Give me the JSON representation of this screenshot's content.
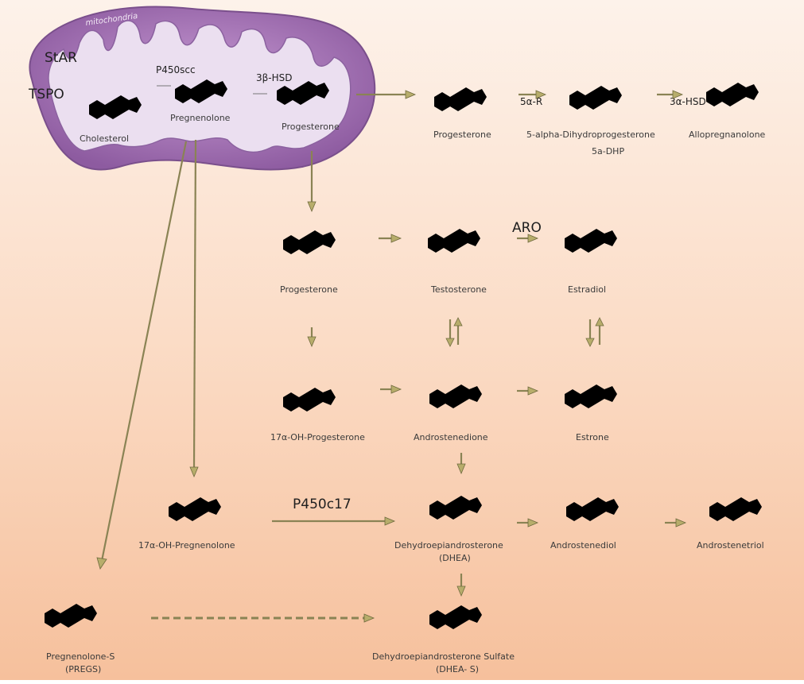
{
  "mitochondria": {
    "label": "mitochondria"
  },
  "enzymes": {
    "star": "StAR",
    "tspo": "TSPO",
    "p450scc": "P450scc",
    "hsd3b": "3β-HSD",
    "five_ar": "5α-R",
    "hsd3a": "3α-HSD",
    "aro": "ARO",
    "p450c17": "P450c17"
  },
  "molecules": {
    "cholesterol": "Cholesterol",
    "pregnenolone_mito": "Pregnenolone",
    "progesterone_mito": "Progesterone",
    "progesterone_1": "Progesterone",
    "dihydroprogesterone": "5-alpha-Dihydroprogesterone",
    "dihydroprogesterone_abbr": "5a-DHP",
    "allopregnanolone": "Allopregnanolone",
    "progesterone_2": "Progesterone",
    "testosterone": "Testosterone",
    "estradiol": "Estradiol",
    "oh_progesterone": "17α-OH-Progesterone",
    "androstenedione": "Androstenedione",
    "estrone": "Estrone",
    "oh_pregnenolone": "17α-OH-Pregnenolone",
    "dhea": "Dehydroepiandrosterone",
    "dhea_abbr": "(DHEA)",
    "androstenediol": "Androstenediol",
    "androstenetriol": "Androstenetriol",
    "pregs": "Pregnenolone-S",
    "pregs_abbr": "(PREGS)",
    "dheas": "Dehydroepiandrosterone Sulfate",
    "dheas_abbr": "(DHEA- S)"
  },
  "colors": {
    "bg_top": "#fdf0e6",
    "bg_bottom": "#f7c4a2",
    "mito_fill": "#b07ec0",
    "mito_inner": "#e9dcef",
    "arrow": "#b7ad6b"
  }
}
